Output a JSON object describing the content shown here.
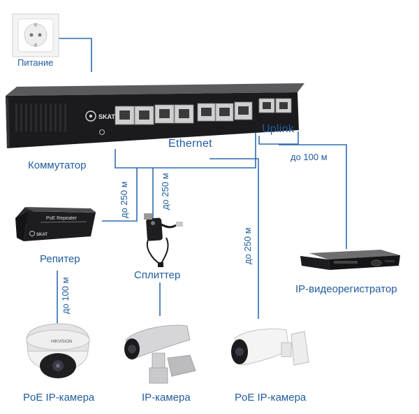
{
  "labels": {
    "power": "Питание",
    "switch": "Коммутатор",
    "ethernet": "Ethernet",
    "uplink": "Uplink",
    "repeater": "Репитер",
    "splitter": "Сплиттер",
    "nvr": "IP-видеорегистратор",
    "poe_camera_1": "PoE IP-камера",
    "ip_camera": "IP-камера",
    "poe_camera_2": "PoE IP-камера"
  },
  "distances": {
    "uplink_nvr": "до 100 м",
    "switch_repeater": "до 250 м",
    "switch_splitter": "до 250 м",
    "switch_camera": "до 250 м",
    "repeater_camera": "до 100 м"
  },
  "device_text": {
    "switch_brand": "SKAT",
    "repeater_title": "PoE Repeater",
    "repeater_brand": "SKAT",
    "camera_brand": "HIKVISION"
  },
  "colors": {
    "line": "#2e6bb0",
    "label": "#1f5b9e",
    "device_dark": "#1b1b1d"
  }
}
